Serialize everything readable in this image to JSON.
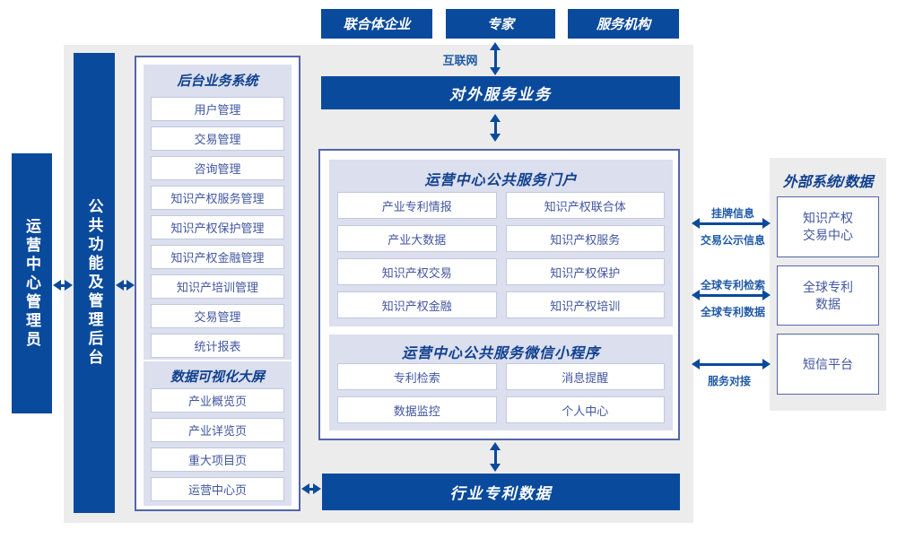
{
  "colors": {
    "primary_blue": "#0a4a9c",
    "panel_lavender": "#dbdfee",
    "background_gray": "#ececec",
    "item_text_blue": "#41569f",
    "title_navy": "#10408f"
  },
  "top_row": {
    "boxes": [
      "联合体企业",
      "专家",
      "服务机构"
    ],
    "internet_label": "互联网"
  },
  "external_service_bar": "对外服务业务",
  "left_rail": {
    "admin_bar": "运营中心管理员",
    "backend_bar": "公共功能及管理后台"
  },
  "backend_panel": {
    "title": "后台业务系统",
    "items": [
      "用户管理",
      "交易管理",
      "咨询管理",
      "知识产权服务管理",
      "知识产权保护管理",
      "知识产权金融管理",
      "知识产培训管理",
      "交易管理",
      "统计报表"
    ]
  },
  "dashboard_panel": {
    "title": "数据可视化大屏",
    "items": [
      "产业概览页",
      "产业详览页",
      "重大项目页",
      "运营中心页"
    ]
  },
  "portal_panel": {
    "title": "运营中心公共服务门户",
    "items": [
      "产业专利情报",
      "知识产权联合体",
      "产业大数据",
      "知识产权服务",
      "知识产权交易",
      "知识产权保护",
      "知识产权金融",
      "知识产权培训"
    ]
  },
  "miniprogram_panel": {
    "title": "运营中心公共服务微信小程序",
    "items": [
      "专利检索",
      "消息提醒",
      "数据监控",
      "个人中心"
    ]
  },
  "industry_bar": "行业专利数据",
  "external_panel": {
    "title": "外部系统/数据",
    "boxes": [
      {
        "line1": "知识产权",
        "line2": "交易中心"
      },
      {
        "line1": "全球专利",
        "line2": "数据"
      },
      {
        "line1": "短信平台",
        "line2": ""
      }
    ]
  },
  "link_labels": {
    "listing_info": "挂牌信息",
    "trade_publicity": "交易公示信息",
    "global_patent_search": "全球专利检索",
    "global_patent_data": "全球专利数据",
    "service_connect": "服务对接"
  }
}
